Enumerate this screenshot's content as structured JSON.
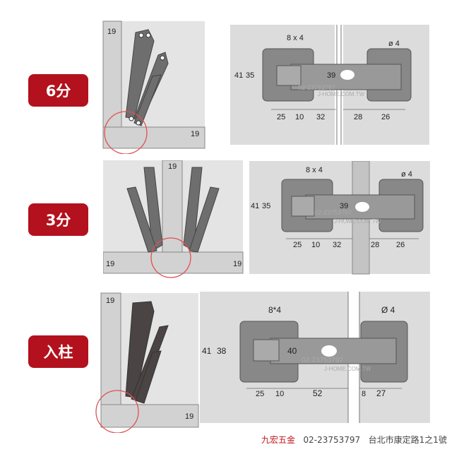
{
  "rows": [
    {
      "label": "6分",
      "side_dims": [
        "19",
        "19"
      ],
      "plan": {
        "slot": "8 x 4",
        "hole": "ø 4",
        "h_outer": "41",
        "h_inner": "35",
        "center": "39",
        "d1": "25",
        "d2": "10",
        "d3": "32",
        "d4": "28",
        "d5": "26"
      }
    },
    {
      "label": "3分",
      "side_dims": [
        "19",
        "19",
        "19"
      ],
      "plan": {
        "slot": "8 x 4",
        "hole": "ø 4",
        "h_outer": "41",
        "h_inner": "35",
        "center": "39",
        "d1": "25",
        "d2": "10",
        "d3": "32",
        "d4": "28",
        "d5": "26"
      }
    },
    {
      "label": "入柱",
      "side_dims": [
        "19",
        "19"
      ],
      "plan": {
        "slot": "8*4",
        "hole": "Ø 4",
        "h_outer": "41",
        "h_inner": "38",
        "center": "40",
        "d1": "25",
        "d2": "10",
        "d3": "52",
        "d4": "8",
        "d5": "27"
      }
    }
  ],
  "watermark": {
    "phone": "02-23753797",
    "site": "J-HOME.COM.TW"
  },
  "footer": {
    "brand": "九宏五金",
    "phone": "02-23753797",
    "address": "台北市康定路1之1號"
  },
  "colors": {
    "label_red": "#b3111d",
    "panel_gray": "#dcdcdc",
    "hinge_gray": "#6e6e6e"
  }
}
